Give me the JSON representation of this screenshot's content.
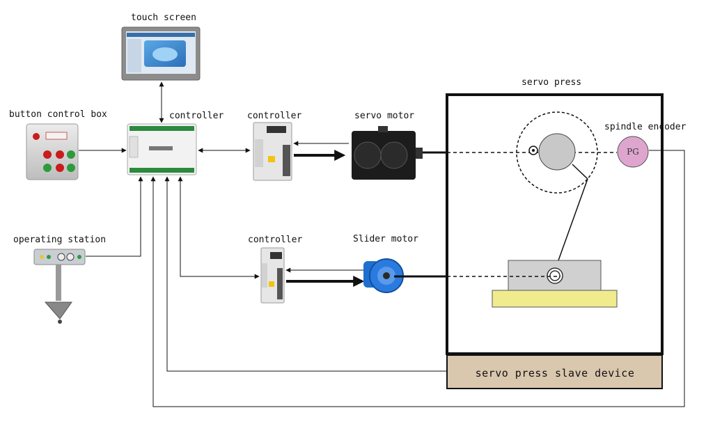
{
  "labels": {
    "touch_screen": "touch screen",
    "button_control_box": "button control box",
    "main_controller": "controller",
    "servo_controller": "controller",
    "servo_motor": "servo motor",
    "servo_press": "servo press",
    "spindle_encoder": "spindle encoder",
    "encoder_badge": "PG",
    "operating_station": "operating station",
    "slider_controller": "controller",
    "slider_motor": "Slider  motor",
    "servo_press_slave_device": "servo press slave device"
  },
  "colors": {
    "line": "#111111",
    "encoder_fill": "#dea6cf",
    "slave_fill": "#d9c7ae",
    "slider_bed": "#f0ec8e",
    "slider_block": "#d0d0d0",
    "flywheel": "#c8c8c8",
    "slider_motor_blue": "#1e6fd0",
    "touch_screen_blue": "#3d8fd6"
  }
}
